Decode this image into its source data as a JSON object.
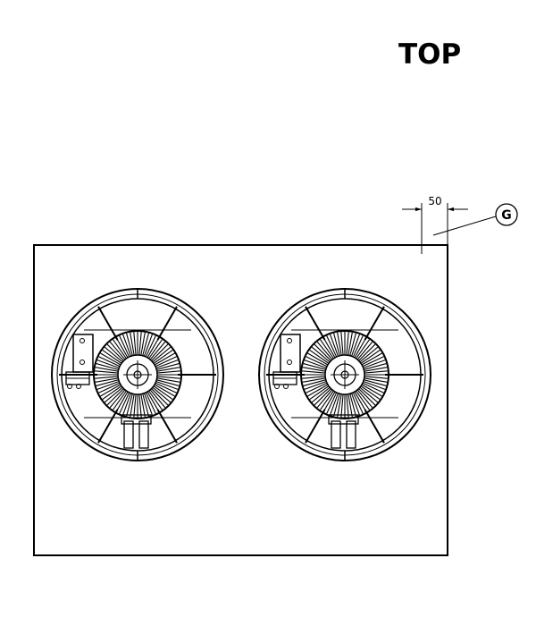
{
  "view_title": "TOP",
  "dimension": {
    "value": "50"
  },
  "callout": {
    "label": "G"
  },
  "units": {
    "fan_count": 2
  },
  "colors": {
    "line": "#000000",
    "background": "#ffffff"
  }
}
